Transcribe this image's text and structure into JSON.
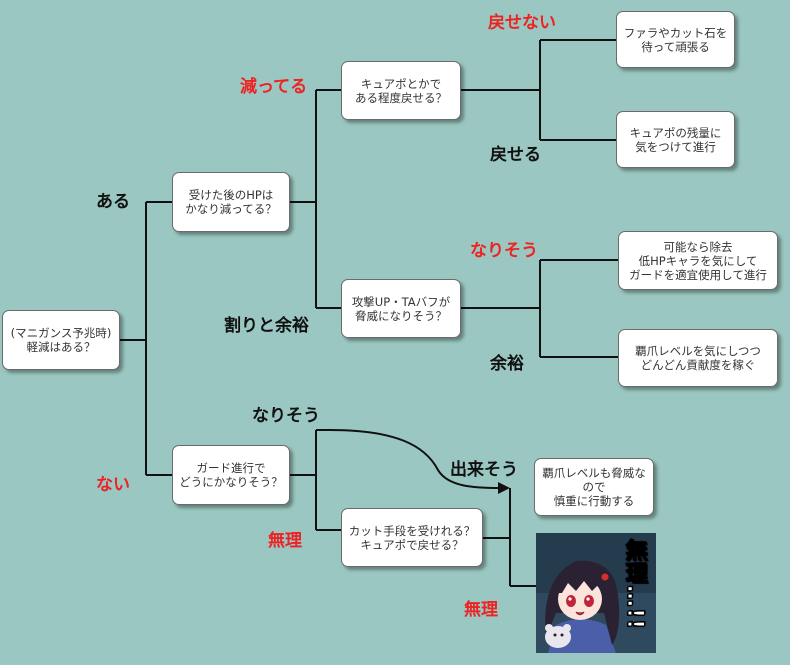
{
  "nodes": {
    "root": "(マニガンス予兆時)\n軽減はある？",
    "hp_reduced": "受けた後のHPは\nかなり減ってる？",
    "cure_restore": "キュアポとかで\nある程度戻せる？",
    "cut_stone": "ファラやカット石を\n待って頑張る",
    "cure_remaining": "キュアポの残量に\n気をつけて進行",
    "atk_buff": "攻撃UP・TAバフが\n脅威になりそう？",
    "remove_low_hp": "可能なら除去\n低HPキャラを気にして\nガードを適宜使用して進行",
    "contribution": "覇爪レベルを気にしつつ\nどんどん貢献度を稼ぐ",
    "guard_progress": "ガード進行で\nどうにかなりそう？",
    "cut_means": "カット手段を受けれる？\nキュアポで戻せる？",
    "careful": "覇爪レベルも脅威な\nので\n慎重に行動する"
  },
  "labels": {
    "aru": "ある",
    "nai": "ない",
    "hetteru": "減ってる",
    "warito_yoyu": "割りと余裕",
    "modosenai": "戻せない",
    "modoseru": "戻せる",
    "narisou_1": "なりそう",
    "yoyu": "余裕",
    "narisou_2": "なりそう",
    "dekisou": "出来そう",
    "muri_1": "無理",
    "muri_2": "無理"
  },
  "illustration": {
    "caption": "無理…!!",
    "description": "anime girl with dark hair and red eyes, scared expression"
  },
  "colors": {
    "background": "#9ac7c1",
    "red_label": "#ee2222",
    "line": "#111111"
  }
}
